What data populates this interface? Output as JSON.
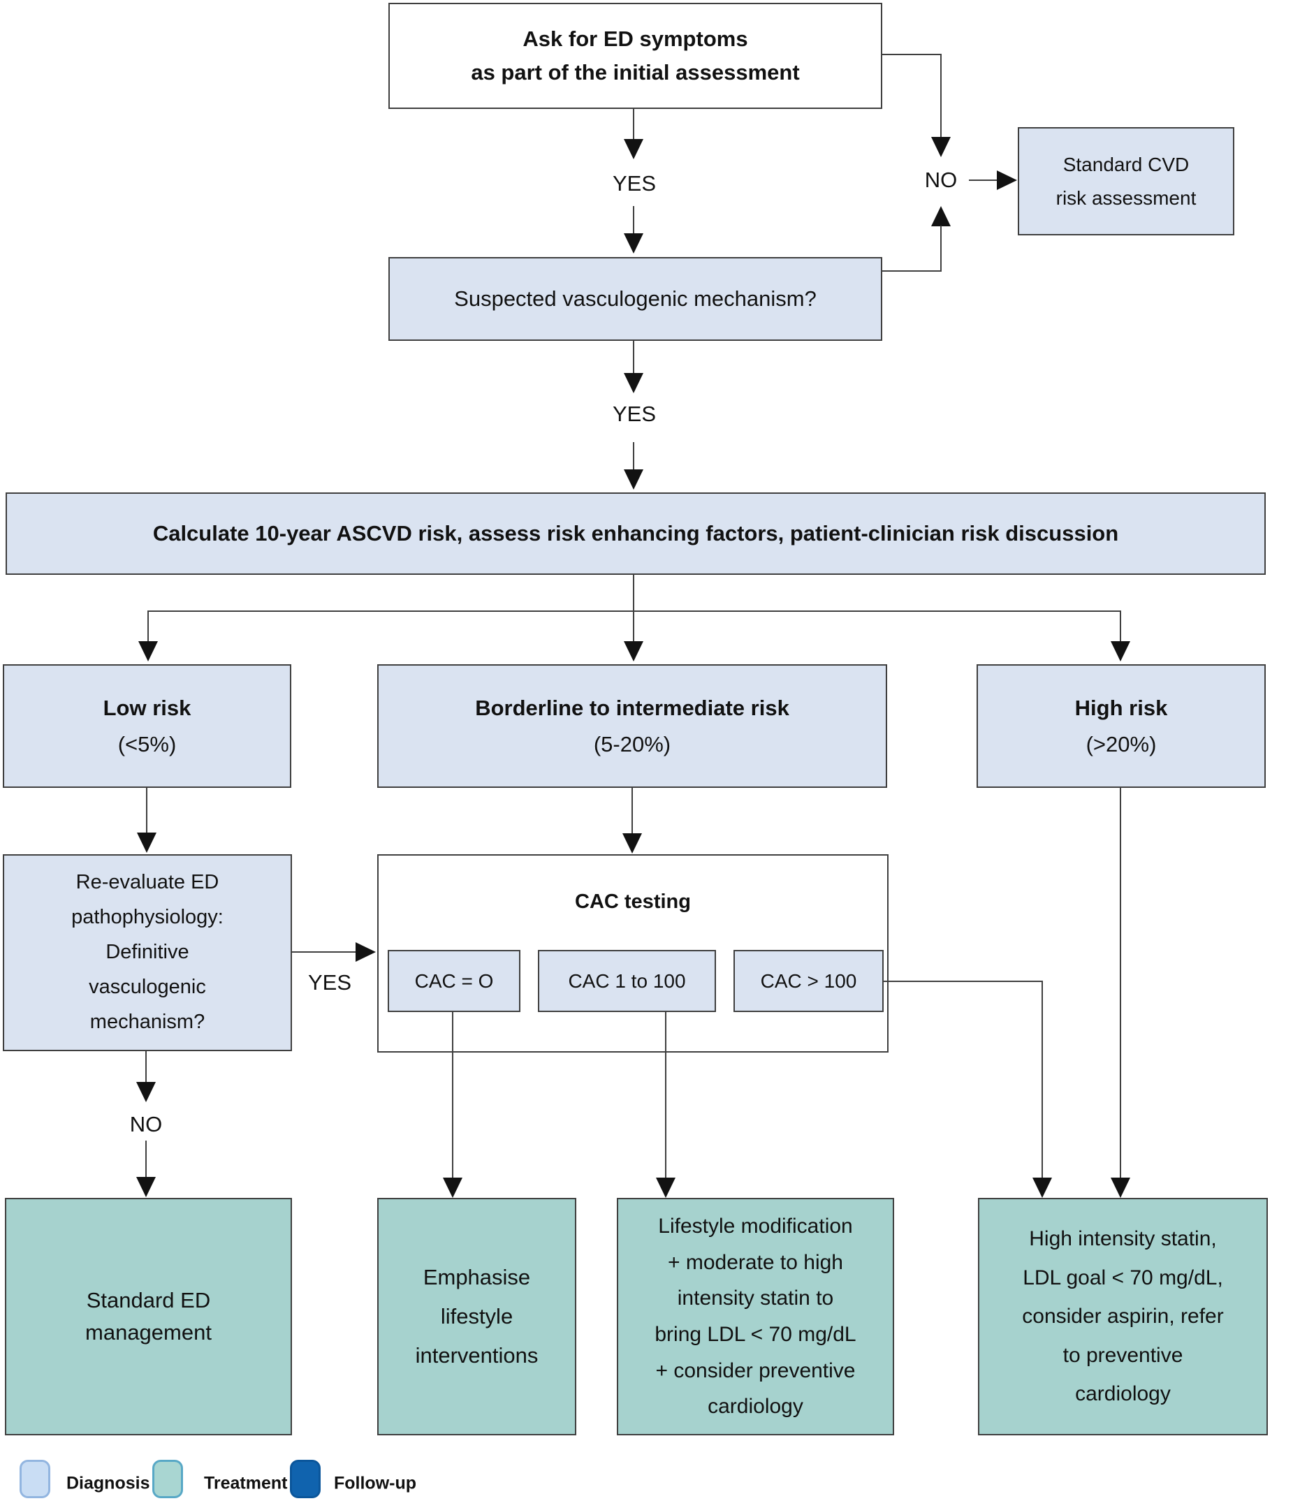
{
  "nodes": {
    "ask": {
      "text": "Ask for ED symptoms\nas part of the initial assessment"
    },
    "standard_cvd": {
      "text": "Standard CVD\nrisk assessment"
    },
    "suspected": {
      "text": "Suspected vasculogenic mechanism?"
    },
    "calculate": {
      "text": "Calculate 10-year ASCVD risk, assess risk enhancing factors, patient-clinician risk discussion"
    },
    "low_risk": {
      "title": "Low risk",
      "subtitle": "(<5%)"
    },
    "borderline_risk": {
      "title": "Borderline to intermediate risk",
      "subtitle": "(5-20%)"
    },
    "high_risk": {
      "title": "High risk",
      "subtitle": "(>20%)"
    },
    "reevaluate": {
      "text": "Re-evaluate ED\npathophysiology:\nDefinitive\nvasculogenic\nmechanism?"
    },
    "cac_testing": {
      "title": "CAC testing"
    },
    "cac_zero": {
      "text": "CAC = O"
    },
    "cac_1_100": {
      "text": "CAC 1 to 100"
    },
    "cac_gt_100": {
      "text": "CAC > 100"
    },
    "standard_ed": {
      "text": "Standard ED\nmanagement"
    },
    "emphasise": {
      "text": "Emphasise\nlifestyle\ninterventions"
    },
    "lifestyle_mod": {
      "text": "Lifestyle modification\n+ moderate to high\nintensity statin to\nbring LDL < 70 mg/dL\n+ consider preventive\ncardiology"
    },
    "high_statin": {
      "text": "High intensity statin,\nLDL goal < 70 mg/dL,\nconsider aspirin, refer\nto preventive\ncardiology"
    }
  },
  "labels": {
    "yes_top": "YES",
    "yes_mid": "YES",
    "yes_cac": "YES",
    "no_top": "NO",
    "no_reeval": "NO"
  },
  "legend": {
    "items": [
      {
        "label": "Diagnosis",
        "color": "#c9ddf4",
        "border": "#92b5e0",
        "swatch_style": "background:#c9ddf4;border-color:#92b5e0;"
      },
      {
        "label": "Treatment",
        "color": "#a9d6d2",
        "border": "#58a8c6",
        "swatch_style": "background:#a9d6d2;border-color:#58a8c6;"
      },
      {
        "label": "Follow-up",
        "color": "#1063ae",
        "border": "#0b569b",
        "swatch_style": "background:#1063ae;border-color:#0b569b;"
      }
    ]
  },
  "colors": {
    "diagnosis_fill": "#dae3f1",
    "treatment_fill": "#a6d2ce",
    "box_border": "#3f3f3f",
    "connector": "#3f3f3f",
    "arrowhead": "#121212"
  }
}
